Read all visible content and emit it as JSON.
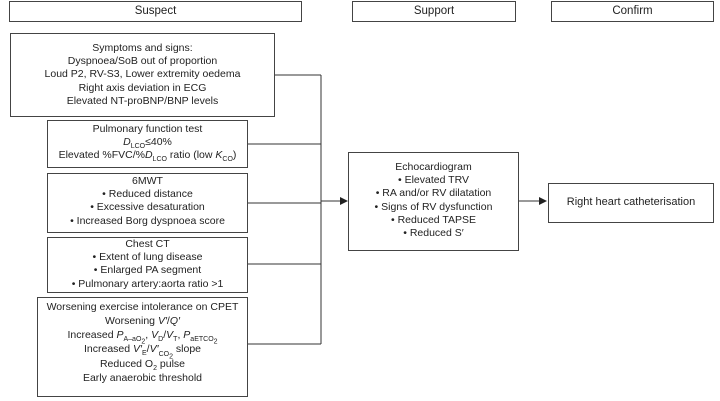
{
  "columns": {
    "suspect": "Suspect",
    "support": "Support",
    "confirm": "Confirm"
  },
  "symptoms": {
    "title": "Symptoms and signs:",
    "lines": [
      "Dyspnoea/SoB out of proportion",
      "Loud P2, RV-S3, Lower extremity oedema",
      "Right axis deviation in ECG",
      "Elevated NT-proBNP/BNP levels"
    ]
  },
  "pft": {
    "title": "Pulmonary function test",
    "dlco_d": "D",
    "dlco_sub": "LCO",
    "dlco_rest": "≤40%",
    "ratio_pre": "Elevated %FVC/%",
    "ratio_d": "D",
    "ratio_sub": "LCO",
    "ratio_mid": " ratio (low ",
    "ratio_k": "K",
    "ratio_ksub": "CO",
    "ratio_end": ")"
  },
  "smwt": {
    "title": "6MWT",
    "items": [
      "• Reduced distance",
      "• Excessive desaturation",
      "• Increased Borg dyspnoea score"
    ]
  },
  "ct": {
    "title": "Chest CT",
    "items": [
      "• Extent of lung disease",
      "• Enlarged PA segment",
      "• Pulmonary artery:aorta ratio >1"
    ]
  },
  "cpet": {
    "title": "Worsening exercise intolerance on CPET",
    "vq_pre": "Worsening ",
    "vq_v": "V′",
    "vq_slash": "/",
    "vq_q": "Q′",
    "inc_pre": "Increased ",
    "inc_p1": "P",
    "inc_p1sub": "A–aO",
    "inc_p1sub2": "2",
    "inc_comma1": ", ",
    "inc_vd": "V",
    "inc_vdsub": "D",
    "inc_slash": "/",
    "inc_vt": "V",
    "inc_vtsub": "T",
    "inc_comma2": ", ",
    "inc_p2": "P",
    "inc_p2sub": "aETCO",
    "inc_p2sub2": "2",
    "slope_pre": "Increased ",
    "slope_ve": "V′",
    "slope_vesub": "E",
    "slope_slash": "/",
    "slope_vco": "V′",
    "slope_vcosub": "CO",
    "slope_vcosub2": "2",
    "slope_end": " slope",
    "o2_pre": "Reduced O",
    "o2_sub": "2",
    "o2_end": " pulse",
    "anaerobic": "Early anaerobic threshold"
  },
  "echo": {
    "title": "Echocardiogram",
    "items": [
      "• Elevated TRV",
      "• RA and/or RV dilatation",
      "• Signs of RV dysfunction",
      "• Reduced TAPSE",
      "• Reduced S′"
    ]
  },
  "rhc": {
    "label": "Right heart catheterisation"
  }
}
